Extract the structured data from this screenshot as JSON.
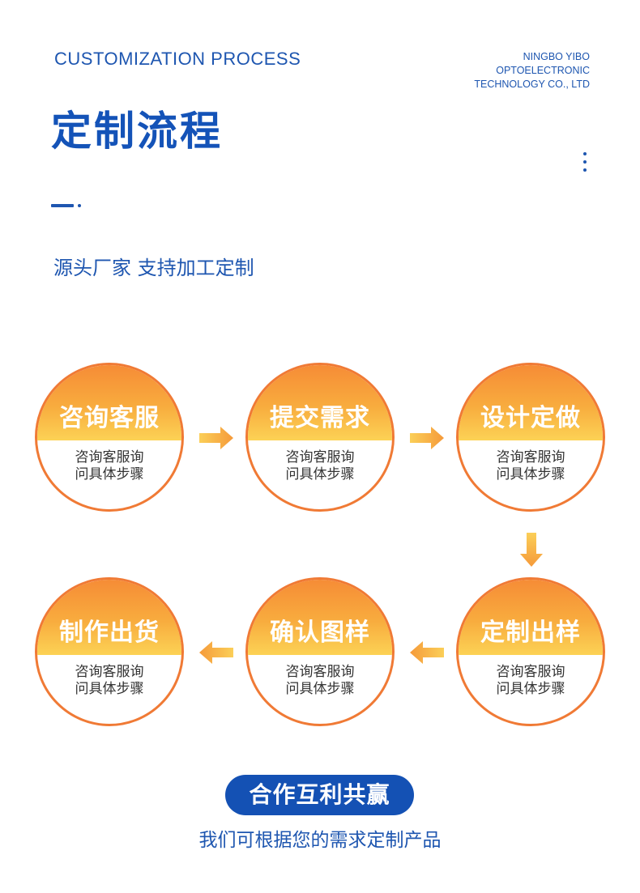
{
  "header": {
    "title_en": "CUSTOMIZATION PROCESS",
    "company_lines": [
      "NINGBO YIBO",
      "OPTOELECTRONIC",
      "TECHNOLOGY CO., LTD"
    ],
    "title_cn": "定制流程",
    "subtitle": "源头厂家 支持加工定制"
  },
  "steps": [
    {
      "title": "咨询客服",
      "desc_line1": "咨询客服询",
      "desc_line2": "问具体步骤"
    },
    {
      "title": "提交需求",
      "desc_line1": "咨询客服询",
      "desc_line2": "问具体步骤"
    },
    {
      "title": "设计定做",
      "desc_line1": "咨询客服询",
      "desc_line2": "问具体步骤"
    },
    {
      "title": "定制出样",
      "desc_line1": "咨询客服询",
      "desc_line2": "问具体步骤"
    },
    {
      "title": "确认图样",
      "desc_line1": "咨询客服询",
      "desc_line2": "问具体步骤"
    },
    {
      "title": "制作出货",
      "desc_line1": "咨询客服询",
      "desc_line2": "问具体步骤"
    }
  ],
  "footer": {
    "badge": "合作互利共赢",
    "text": "我们可根据您的需求定制产品"
  },
  "colors": {
    "brand_blue": "#1e56b0",
    "circle_border": "#f07a35",
    "gradient_top": "#f68c36",
    "gradient_bottom": "#fcd255"
  },
  "icons": [
    "arrow-right-icon",
    "arrow-down-icon",
    "arrow-left-icon"
  ]
}
